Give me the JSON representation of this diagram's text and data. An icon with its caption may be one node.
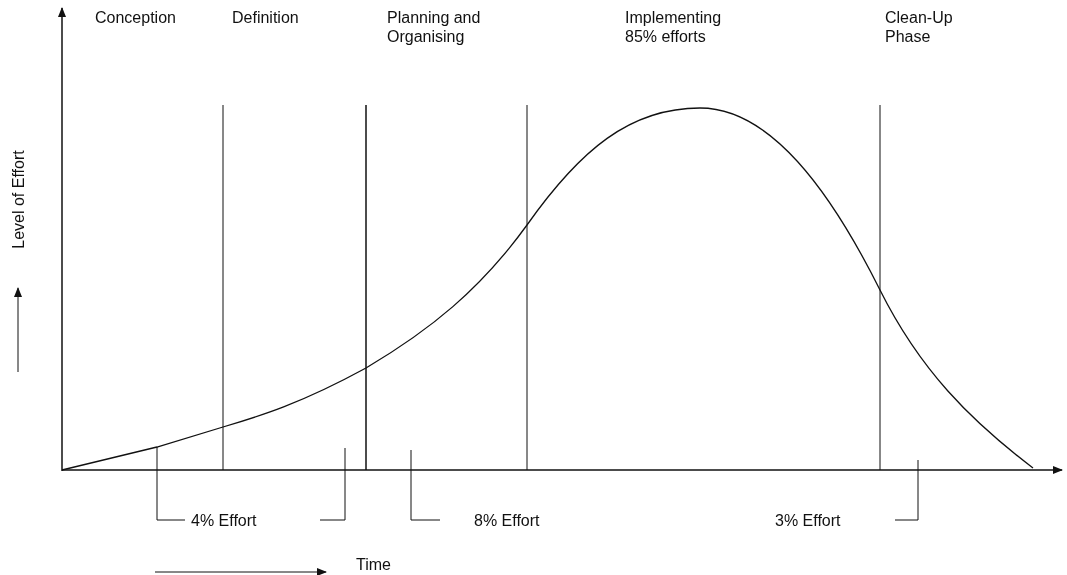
{
  "diagram": {
    "labels": [
      "Conception",
      "Definition",
      "Planning and Organising",
      "Implementing 85% efforts",
      "Clean-Up Phase",
      "Level of Effort",
      "4% Effort",
      "8% Effort",
      "3% Effort",
      "Time"
    ]
  }
}
